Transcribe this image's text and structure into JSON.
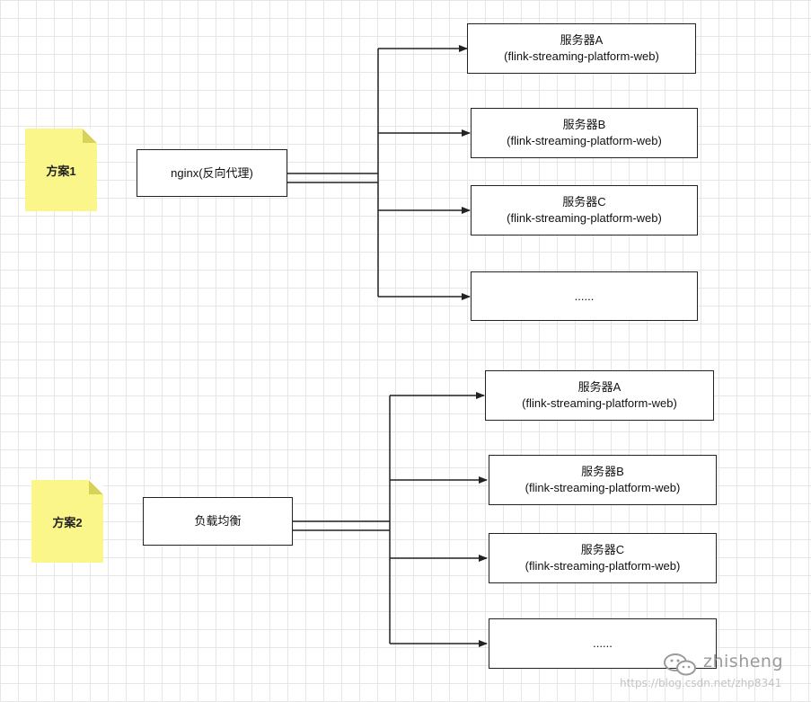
{
  "scheme1": {
    "note_label": "方案1",
    "proxy_label": "nginx(反向代理)",
    "servers": [
      {
        "name": "服务器A",
        "sub": "(flink-streaming-platform-web)"
      },
      {
        "name": "服务器B",
        "sub": "(flink-streaming-platform-web)"
      },
      {
        "name": "服务器C",
        "sub": "(flink-streaming-platform-web)"
      },
      {
        "name": "......",
        "sub": ""
      }
    ]
  },
  "scheme2": {
    "note_label": "方案2",
    "proxy_label": "负载均衡",
    "servers": [
      {
        "name": "服务器A",
        "sub": "(flink-streaming-platform-web)"
      },
      {
        "name": "服务器B",
        "sub": "(flink-streaming-platform-web)"
      },
      {
        "name": "服务器C",
        "sub": "(flink-streaming-platform-web)"
      },
      {
        "name": "......",
        "sub": ""
      }
    ]
  },
  "watermark": {
    "name": "zhisheng",
    "url": "https://blog.csdn.net/zhp8341"
  },
  "colors": {
    "note": "#fbf68a",
    "line": "#222222",
    "grid": "#e6e6e6"
  }
}
